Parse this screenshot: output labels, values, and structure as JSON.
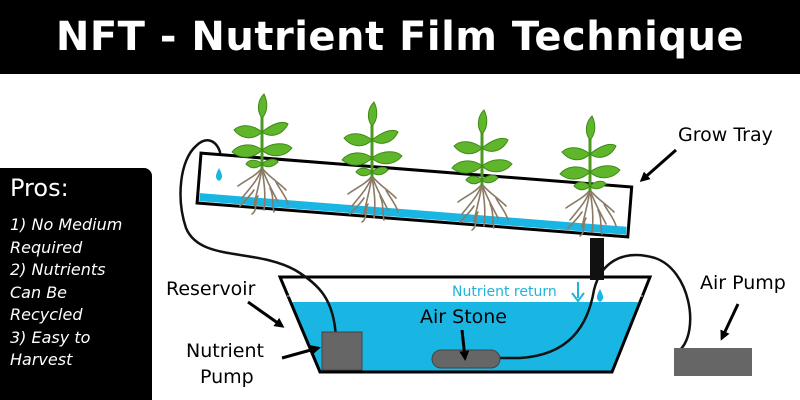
{
  "header": {
    "title": "NFT - Nutrient Film Technique"
  },
  "pros": {
    "title": "Pros:",
    "lines": [
      "1) No Medium",
      "Required",
      "2) Nutrients",
      "Can Be",
      "Recycled",
      "3) Easy to",
      "Harvest"
    ]
  },
  "labels": {
    "grow_tray": "Grow Tray",
    "reservoir": "Reservoir",
    "nutrient_return": "Nutrient return",
    "air_stone": "Air Stone",
    "nutrient_pump_line1": "Nutrient",
    "nutrient_pump_line2": "Pump",
    "air_pump": "Air Pump"
  },
  "colors": {
    "water": "#1ab6e3",
    "leaf": "#5fb62a",
    "root": "#8a7a66",
    "device": "#666666"
  },
  "icons": [
    "plant-icon",
    "water-drop-icon",
    "arrow-icon"
  ]
}
